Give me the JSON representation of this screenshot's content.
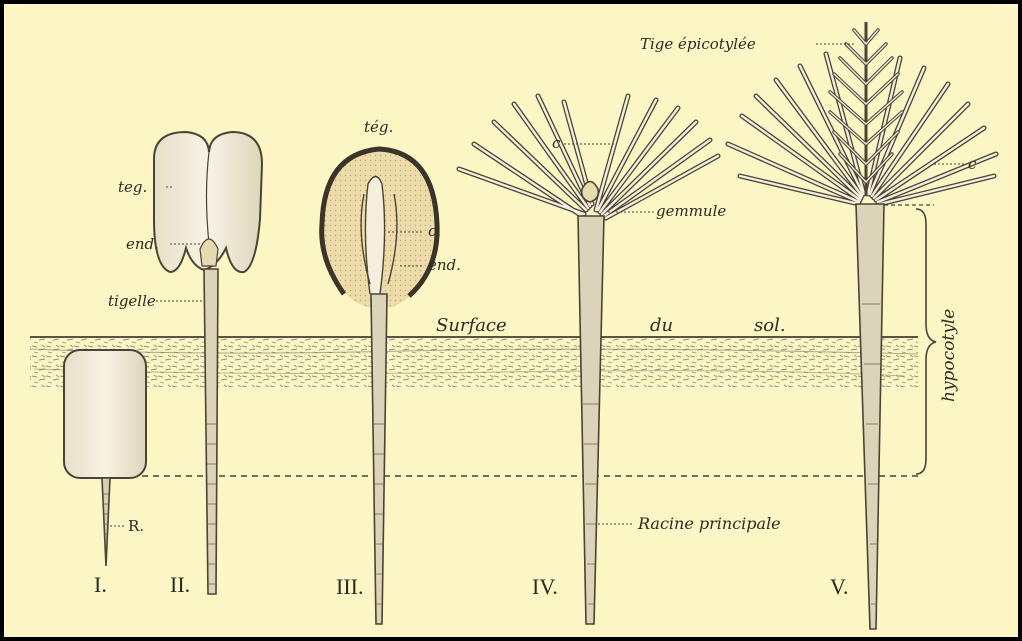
{
  "labels": {
    "teg_left": "teg.",
    "end_left": "end.",
    "tigelle": "tigelle",
    "teg_mid": "tég.",
    "c_mid": "c.",
    "end_mid": "end.",
    "c_iv": "c",
    "gemmule": "gemmule",
    "surface": "Surface",
    "du": "du",
    "sol": "sol.",
    "tige_epicotylee": "Tige épicotylée",
    "c_v": "c",
    "hypocotyle": "hypocotyle",
    "racine_principale": "Racine principale",
    "r": "R."
  },
  "stages": [
    "I.",
    "II.",
    "III.",
    "IV.",
    "V."
  ],
  "colors": {
    "paper": "#fbf6c4",
    "ink": "#4a4336",
    "seed": "#f4efdc",
    "endosperm": "#eddcaa",
    "soil": "#9a927a"
  }
}
